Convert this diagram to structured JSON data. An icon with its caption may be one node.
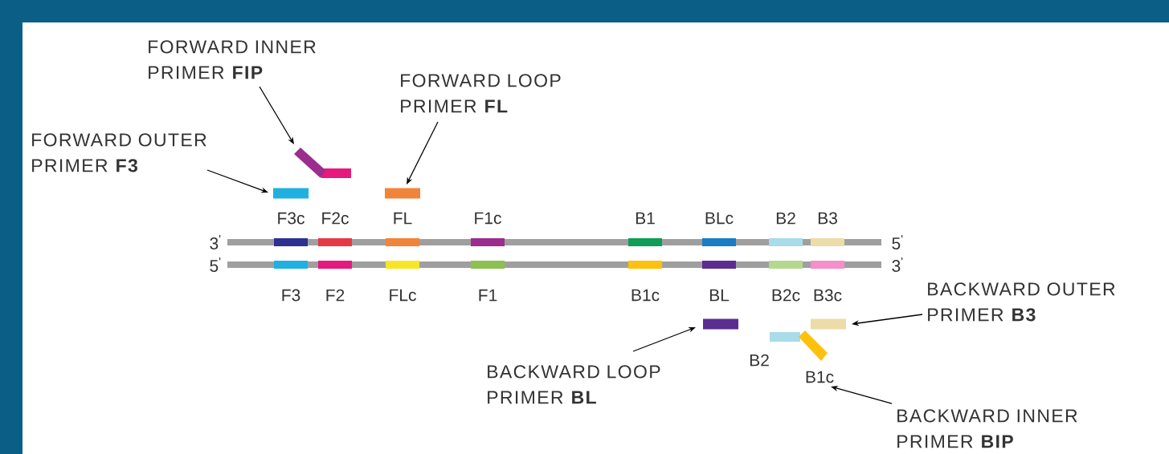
{
  "diagram": {
    "nodes": [
      {
        "text": [
          "FORWARD INNER PRIMER **FIP**"
        ]
      },
      {
        "text": [
          "FORWARD LOOP PRIMER **FL**"
        ]
      },
      {
        "text": [
          "FORWARD OUTER PRIMER **F3**"
        ]
      },
      {
        "text": [],
        "shape": "bar"
      },
      {
        "text": [],
        "shape": "bar"
      },
      {
        "text": [],
        "shape": "bar"
      },
      {
        "text": [],
        "shape": "bar"
      },
      {
        "text": [],
        "shape": "bar"
      },
      {
        "text": [],
        "shape": "bar",
        "beside": [
          "B2",
          "B1c"
        ]
      },
      {
        "text": [
          "BACKWARD OUTER PRIMER **B3**"
        ]
      },
      {
        "text": [
          "BACKWARD LOOP PRIMER **BL**"
        ]
      },
      {
        "text": [
          "BACKWARD INNER PRIMER **BIP**"
        ]
      }
    ],
    "edges": [
      {
        "from": 0,
        "to": 3,
        "arrow": "to"
      },
      {
        "from": 1,
        "to": 5,
        "arrow": "to"
      },
      {
        "from": 2,
        "to": 4,
        "arrow": "to"
      },
      {
        "from": 9,
        "to": 7,
        "arrow": "to"
      },
      {
        "from": 10,
        "to": 6,
        "arrow": "to"
      },
      {
        "from": 11,
        "to": 8,
        "arrow": "to"
      }
    ],
    "labels": [
      "F3c",
      "F2c",
      "FL",
      "F1c",
      "B1",
      "BLc",
      "B2",
      "B3",
      "3$^{'}$",
      "5$^{'}$",
      "5$^{'}$",
      "3$^{'}$",
      "F3",
      "F2",
      "FLc",
      "F1",
      "B1c",
      "BL",
      "B2c",
      "B3c"
    ]
  }
}
